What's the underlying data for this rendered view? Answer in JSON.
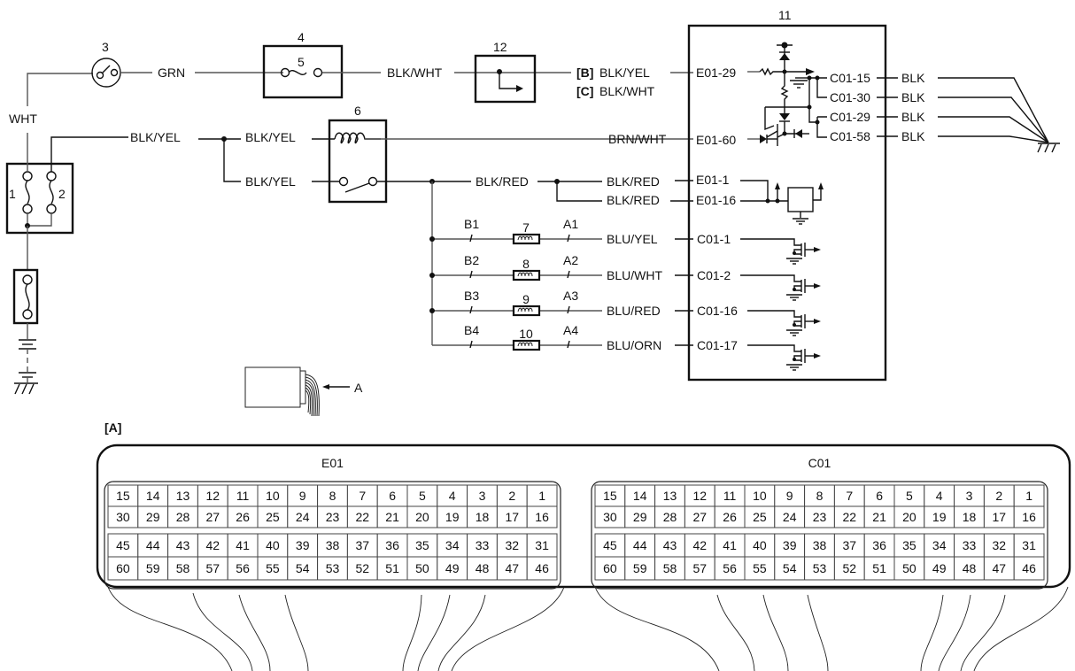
{
  "components": {
    "c1": "1",
    "c2": "2",
    "c3": "3",
    "c4": "4",
    "c5": "5",
    "c6": "6",
    "c7": "7",
    "c8": "8",
    "c9": "9",
    "c10": "10",
    "c11": "11",
    "c12": "12"
  },
  "wires": {
    "wht": "WHT",
    "grn": "GRN",
    "blk_wht": "BLK/WHT",
    "blk_yel_main": "BLK/YEL",
    "blk_yel_coil": "BLK/YEL",
    "blk_yel_switch": "BLK/YEL",
    "b_tag": "[B]",
    "b_wire": "BLK/YEL",
    "c_tag": "[C]",
    "c_wire": "BLK/WHT",
    "brn_wht": "BRN/WHT",
    "blk_red_main": "BLK/RED",
    "blk_red_1": "BLK/RED",
    "blk_red_2": "BLK/RED",
    "blu_yel": "BLU/YEL",
    "blu_wht": "BLU/WHT",
    "blu_red": "BLU/RED",
    "blu_orn": "BLU/ORN",
    "blk_1": "BLK",
    "blk_2": "BLK",
    "blk_3": "BLK",
    "blk_4": "BLK"
  },
  "fuse_terminals": {
    "b": [
      "B1",
      "B2",
      "B3",
      "B4"
    ],
    "a": [
      "A1",
      "A2",
      "A3",
      "A4"
    ]
  },
  "pins": {
    "e01_29": "E01-29",
    "e01_60": "E01-60",
    "e01_1": "E01-1",
    "e01_16": "E01-16",
    "c01_15": "C01-15",
    "c01_30": "C01-30",
    "c01_29": "C01-29",
    "c01_58": "C01-58",
    "c01_1": "C01-1",
    "c01_2": "C01-2",
    "c01_16": "C01-16",
    "c01_17": "C01-17"
  },
  "connector_view": {
    "pointer_label": "A",
    "section_label": "[A]",
    "connectors": [
      {
        "name": "E01",
        "rows": [
          [
            "15",
            "14",
            "13",
            "12",
            "11",
            "10",
            "9",
            "8",
            "7",
            "6",
            "5",
            "4",
            "3",
            "2",
            "1"
          ],
          [
            "30",
            "29",
            "28",
            "27",
            "26",
            "25",
            "24",
            "23",
            "22",
            "21",
            "20",
            "19",
            "18",
            "17",
            "16"
          ],
          [
            "45",
            "44",
            "43",
            "42",
            "41",
            "40",
            "39",
            "38",
            "37",
            "36",
            "35",
            "34",
            "33",
            "32",
            "31"
          ],
          [
            "60",
            "59",
            "58",
            "57",
            "56",
            "55",
            "54",
            "53",
            "52",
            "51",
            "50",
            "49",
            "48",
            "47",
            "46"
          ]
        ]
      },
      {
        "name": "C01",
        "rows": [
          [
            "15",
            "14",
            "13",
            "12",
            "11",
            "10",
            "9",
            "8",
            "7",
            "6",
            "5",
            "4",
            "3",
            "2",
            "1"
          ],
          [
            "30",
            "29",
            "28",
            "27",
            "26",
            "25",
            "24",
            "23",
            "22",
            "21",
            "20",
            "19",
            "18",
            "17",
            "16"
          ],
          [
            "45",
            "44",
            "43",
            "42",
            "41",
            "40",
            "39",
            "38",
            "37",
            "36",
            "35",
            "34",
            "33",
            "32",
            "31"
          ],
          [
            "60",
            "59",
            "58",
            "57",
            "56",
            "55",
            "54",
            "53",
            "52",
            "51",
            "50",
            "49",
            "48",
            "47",
            "46"
          ]
        ]
      }
    ]
  }
}
